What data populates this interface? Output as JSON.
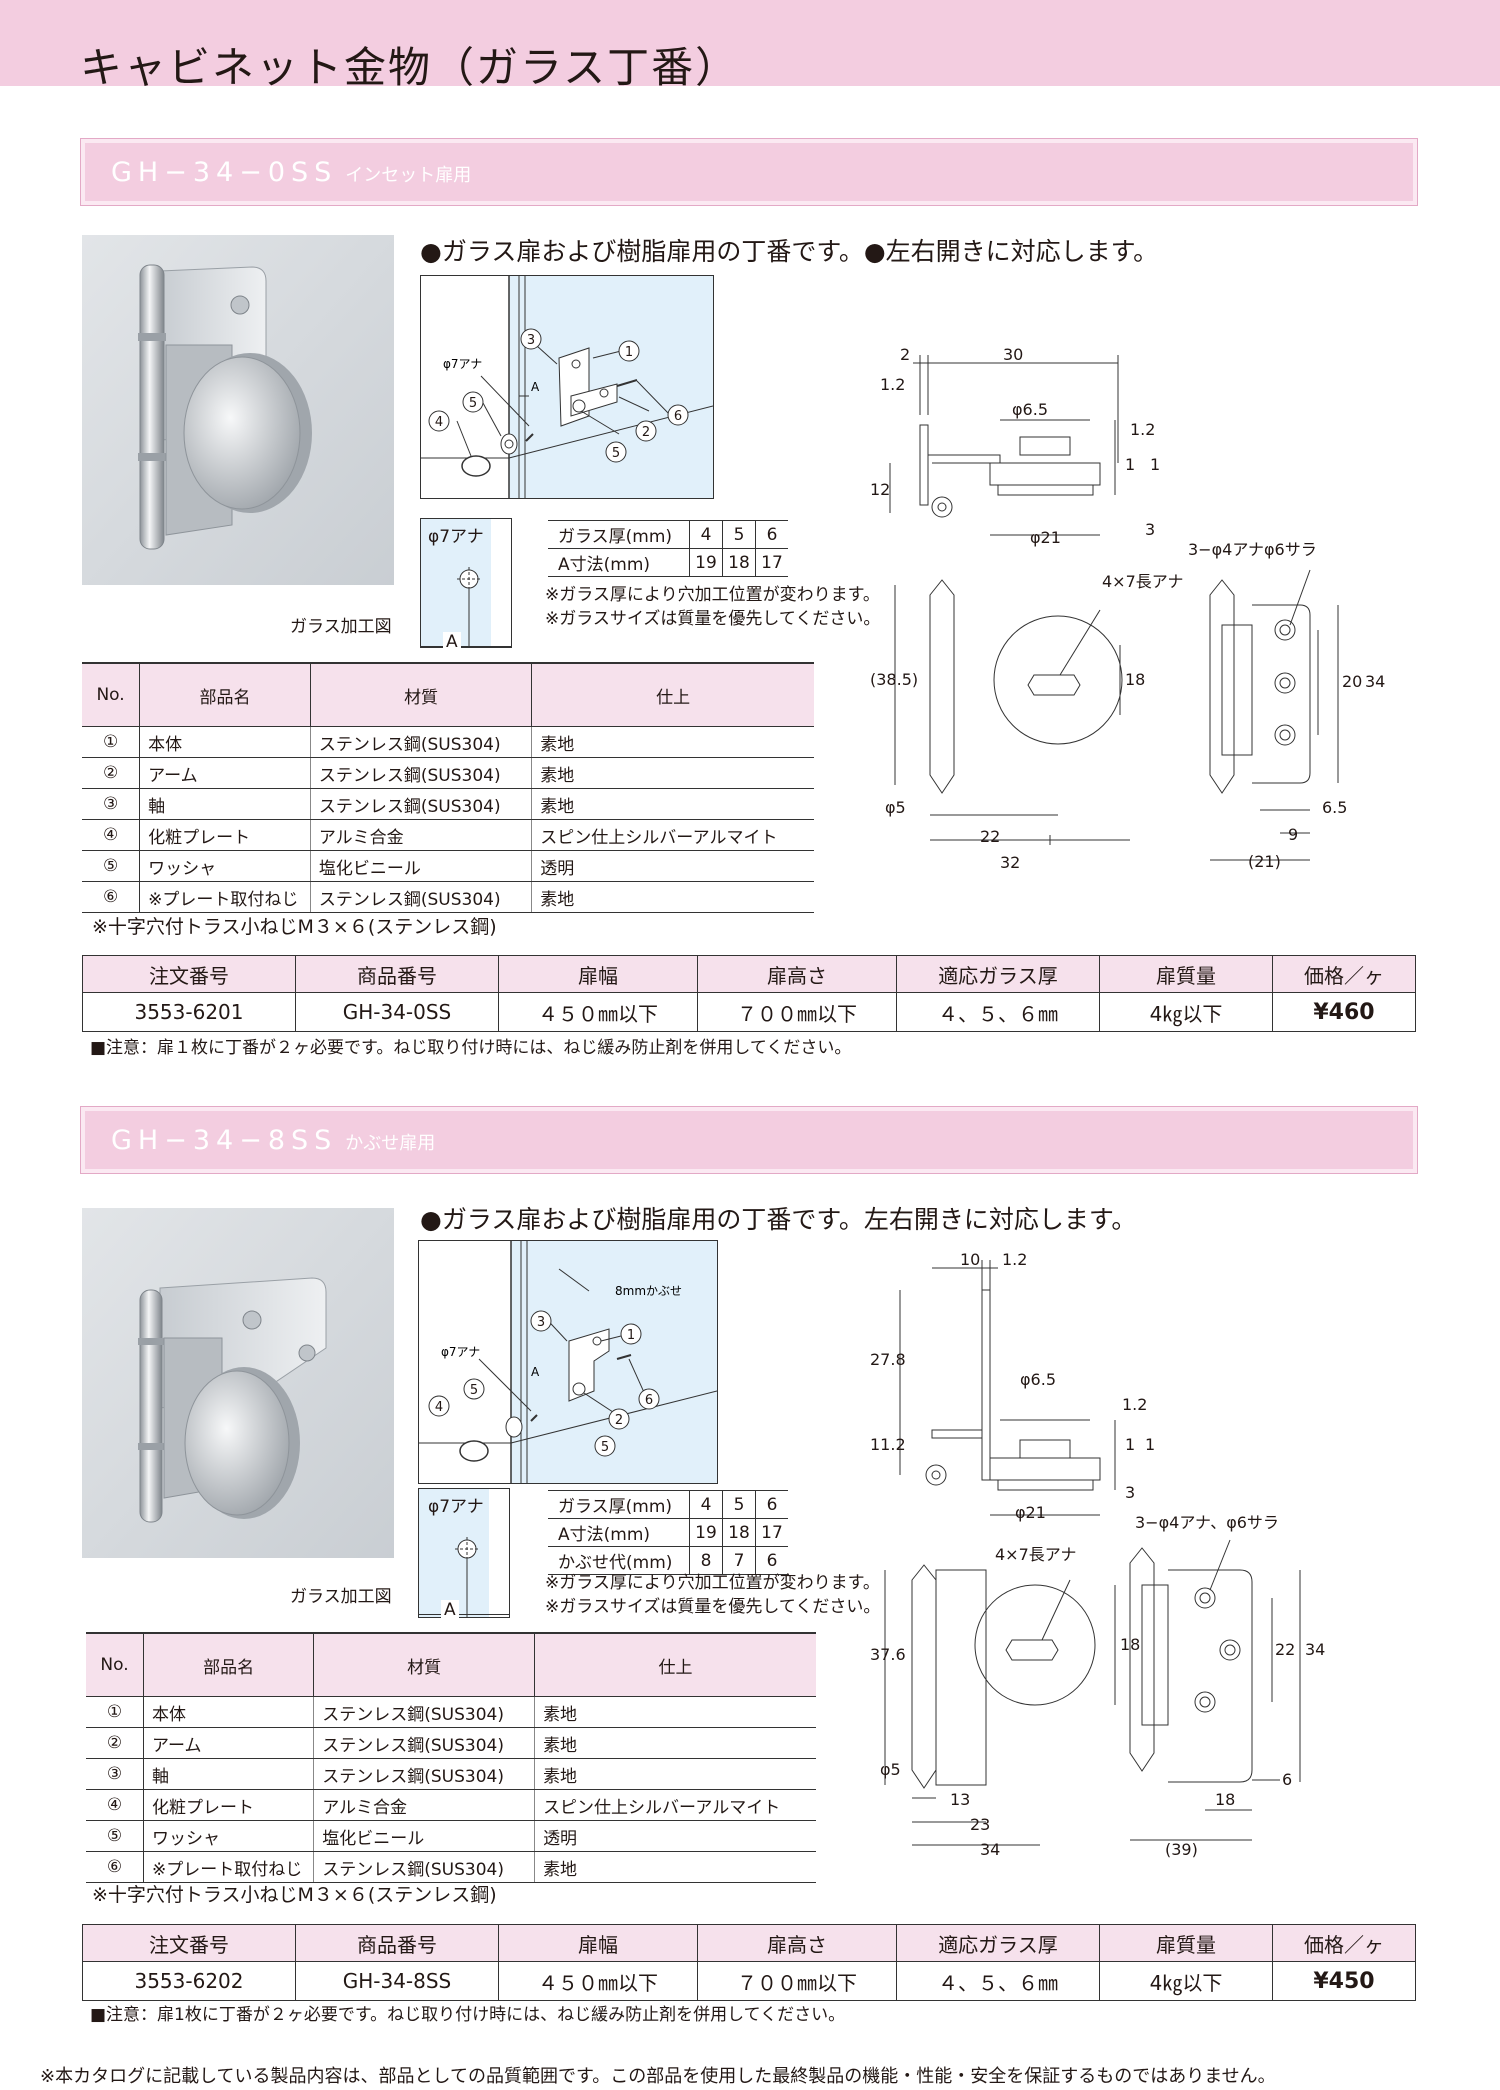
{
  "page_title": "キャビネット金物（ガラス丁番）",
  "colors": {
    "header_pink": "#f3cde0",
    "table_head_pink": "#f6e1ec",
    "photo_bg": "#d9dde1"
  },
  "sections": [
    {
      "code": "GH−34−0SS",
      "sub": "インセット扉用",
      "feature": "●ガラス扉および樹脂扉用の丁番です。●左右開きに対応します。",
      "assembly_labels": {
        "hole": "φ7アナ",
        "a": "A"
      },
      "glass_proc": {
        "hole": "φ7アナ",
        "a": "A",
        "label": "ガラス加工図"
      },
      "thickness_rows": [
        {
          "label": "ガラス厚(mm)",
          "values": [
            "4",
            "5",
            "6"
          ]
        },
        {
          "label": "A寸法(mm)",
          "values": [
            "19",
            "18",
            "17"
          ]
        }
      ],
      "notes": [
        "※ガラス厚により穴加工位置が変わります。",
        "※ガラスサイズは質量を優先してください。"
      ],
      "drawing_labels": {
        "d1": "2",
        "d2": "30",
        "d3": "1.2",
        "d4": "φ6.5",
        "d5": "1.2",
        "d6": "1",
        "d7": "1",
        "d8": "12",
        "d9": "3",
        "d10": "φ21",
        "d11": "3−φ4アナφ6サラ",
        "d12": "4×7長アナ",
        "d13": "(38.5)",
        "d14": "18",
        "d15": "20",
        "d16": "34",
        "d17": "φ5",
        "d18": "22",
        "d19": "32",
        "d20": "6.5",
        "d21": "9",
        "d22": "(21)"
      },
      "parts_header": [
        "No.",
        "部品名",
        "材質",
        "仕上"
      ],
      "parts": [
        [
          "①",
          "本体",
          "ステンレス鋼(SUS304)",
          "素地"
        ],
        [
          "②",
          "アーム",
          "ステンレス鋼(SUS304)",
          "素地"
        ],
        [
          "③",
          "軸",
          "ステンレス鋼(SUS304)",
          "素地"
        ],
        [
          "④",
          "化粧プレート",
          "アルミ合金",
          "スピン仕上シルバーアルマイト"
        ],
        [
          "⑤",
          "ワッシャ",
          "塩化ビニール",
          "透明"
        ],
        [
          "⑥",
          "※プレート取付ねじ",
          "ステンレス鋼(SUS304)",
          "素地"
        ]
      ],
      "screw_note": "※十字穴付トラス小ねじM３×６(ステンレス鋼)",
      "order_header": [
        "注文番号",
        "商品番号",
        "扉幅",
        "扉高さ",
        "適応ガラス厚",
        "扉質量",
        "価格／ヶ"
      ],
      "order_row": [
        "3553-6201",
        "GH-34-0SS",
        "４５０㎜以下",
        "７００㎜以下",
        "４、５、６㎜",
        "4㎏以下",
        "¥460"
      ],
      "caution": "■注意：扉１枚に丁番が２ヶ必要です。ねじ取り付け時には、ねじ緩み防止剤を併用してください。"
    },
    {
      "code": "GH−34−8SS",
      "sub": "かぶせ扉用",
      "feature": "●ガラス扉および樹脂扉用の丁番です。左右開きに対応します。",
      "assembly_labels": {
        "hole": "φ7アナ",
        "a": "A",
        "overlay": "8mmかぶせ"
      },
      "glass_proc": {
        "hole": "φ7アナ",
        "a": "A",
        "label": "ガラス加工図"
      },
      "thickness_rows": [
        {
          "label": "ガラス厚(mm)",
          "values": [
            "4",
            "5",
            "6"
          ]
        },
        {
          "label": "A寸法(mm)",
          "values": [
            "19",
            "18",
            "17"
          ]
        },
        {
          "label": "かぶせ代(mm)",
          "values": [
            "8",
            "7",
            "6"
          ]
        }
      ],
      "notes": [
        "※ガラス厚により穴加工位置が変わります。",
        "※ガラスサイズは質量を優先してください。"
      ],
      "drawing_labels": {
        "d1": "10",
        "d2": "1.2",
        "d3": "27.8",
        "d4": "φ6.5",
        "d5": "1.2",
        "d6": "1",
        "d7": "1",
        "d8": "11.2",
        "d9": "3",
        "d10": "φ21",
        "d11": "3−φ4アナ、φ6サラ",
        "d12": "4×7長アナ",
        "d13": "37.6",
        "d14": "18",
        "d15": "22",
        "d16": "34",
        "d17": "φ5",
        "d18": "13",
        "d19": "23",
        "d20": "34",
        "d21": "18",
        "d22": "6",
        "d23": "(39)"
      },
      "parts_header": [
        "No.",
        "部品名",
        "材質",
        "仕上"
      ],
      "parts": [
        [
          "①",
          "本体",
          "ステンレス鋼(SUS304)",
          "素地"
        ],
        [
          "②",
          "アーム",
          "ステンレス鋼(SUS304)",
          "素地"
        ],
        [
          "③",
          "軸",
          "ステンレス鋼(SUS304)",
          "素地"
        ],
        [
          "④",
          "化粧プレート",
          "アルミ合金",
          "スピン仕上シルバーアルマイト"
        ],
        [
          "⑤",
          "ワッシャ",
          "塩化ビニール",
          "透明"
        ],
        [
          "⑥",
          "※プレート取付ねじ",
          "ステンレス鋼(SUS304)",
          "素地"
        ]
      ],
      "screw_note": "※十字穴付トラス小ねじM３×６(ステンレス鋼)",
      "order_header": [
        "注文番号",
        "商品番号",
        "扉幅",
        "扉高さ",
        "適応ガラス厚",
        "扉質量",
        "価格／ヶ"
      ],
      "order_row": [
        "3553-6202",
        "GH-34-8SS",
        "４５０㎜以下",
        "７００㎜以下",
        "４、５、６㎜",
        "4㎏以下",
        "¥450"
      ],
      "caution": "■注意：扉1枚に丁番が２ヶ必要です。ねじ取り付け時には、ねじ緩み防止剤を併用してください。"
    }
  ],
  "callouts": [
    "1",
    "2",
    "3",
    "4",
    "5",
    "6"
  ],
  "footer": "※本カタログに記載している製品内容は、部品としての品質範囲です。この部品を使用した最終製品の機能・性能・安全を保証するものではありません。"
}
